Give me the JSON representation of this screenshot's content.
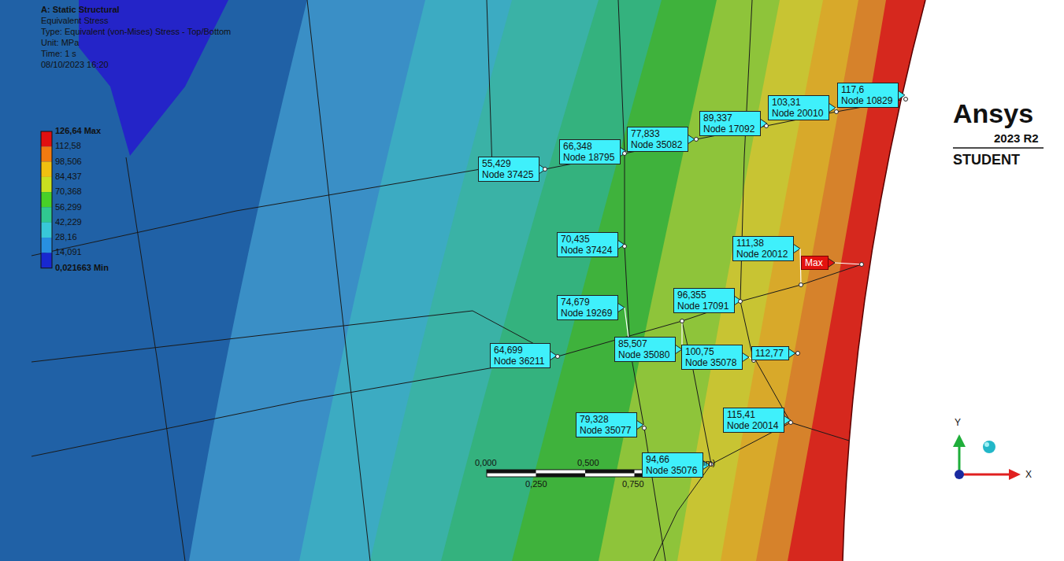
{
  "diagram": {
    "nodes": [
      {
        "text": [
          "117,6",
          "Node 10829"
        ]
      },
      {
        "text": [
          "103,31",
          "Node 20010"
        ]
      },
      {
        "text": [
          "89,337",
          "Node 17092"
        ]
      },
      {
        "text": [
          "77,833",
          "Node 35082"
        ]
      },
      {
        "text": [
          "66,348",
          "Node 18795"
        ]
      },
      {
        "text": [
          "55,429",
          "Node 37425"
        ]
      },
      {
        "text": [
          "70,435",
          "Node 37424"
        ]
      },
      {
        "text": [
          "111,38",
          "Node 20012"
        ]
      },
      {
        "text": [
          "Max"
        ]
      },
      {
        "text": [
          "74,679",
          "Node 19269"
        ]
      },
      {
        "text": [
          "96,355",
          "Node 17091"
        ]
      },
      {
        "text": [
          "85,507",
          "Node 35080"
        ]
      },
      {
        "text": [
          "64,699",
          "Node 36211"
        ]
      },
      {
        "text": [
          "100,75",
          "Node 35078"
        ]
      },
      {
        "text": [
          "112,77"
        ]
      },
      {
        "text": [
          "115,41",
          "Node 20014"
        ]
      },
      {
        "text": [
          "79,328",
          "Node 35077"
        ]
      },
      {
        "text": [
          "94,66",
          "Node 35076"
        ]
      }
    ],
    "labels": [
      "A: Static Structural",
      "Equivalent Stress",
      "Type: Equivalent (von-Mises) Stress - Top/Bottom",
      "Unit: MPa",
      "Time: 1 s",
      "08/10/2023 16:20",
      "126,64 Max",
      "112,58",
      "98,506",
      "84,437",
      "70,368",
      "56,299",
      "42,229",
      "28,16",
      "14,091",
      "0,021663 Min",
      "0,000",
      "0,500",
      "1,000 (mm)",
      "0,250",
      "0,750",
      "Ansys",
      "2023 R2",
      "STUDENT",
      "Y",
      "X"
    ]
  }
}
